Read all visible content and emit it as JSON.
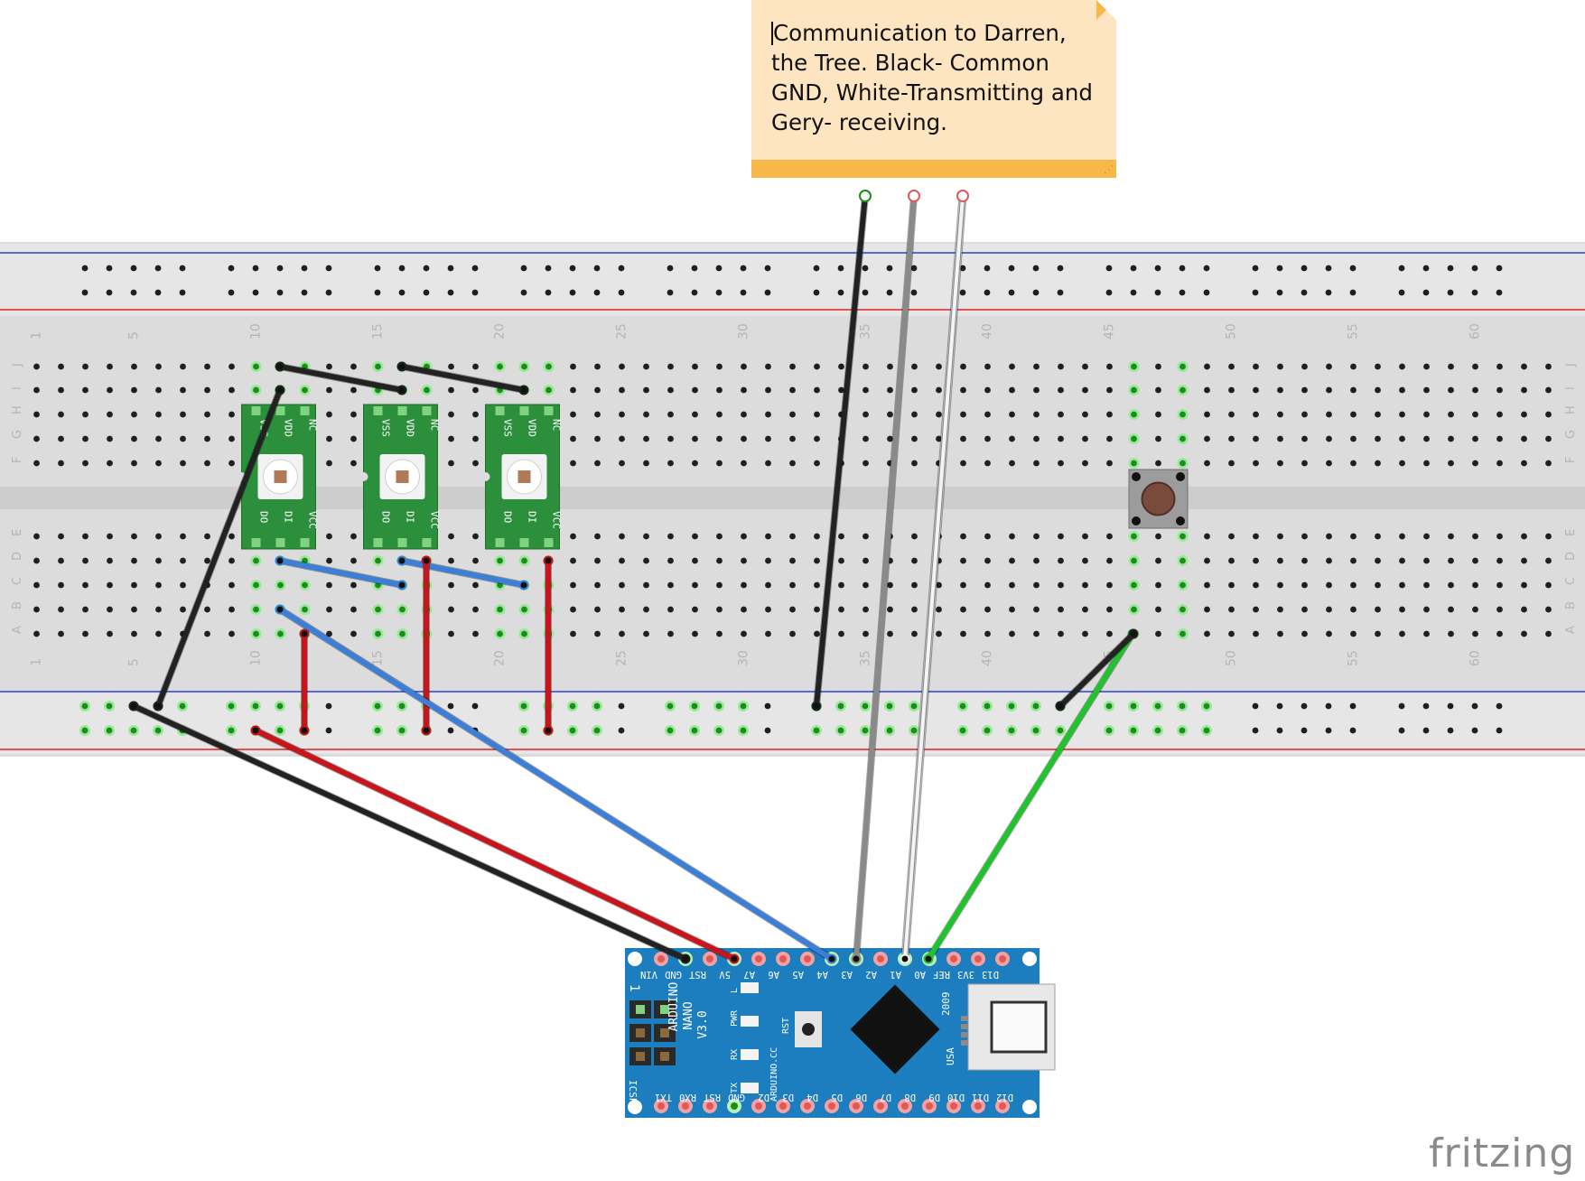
{
  "note": {
    "text": "Communication to Darren, the Tree. Black- Common GND, White-Transmitting and Gery- receiving."
  },
  "breadboard": {
    "column_numbers": [
      "1",
      "5",
      "10",
      "15",
      "20",
      "25",
      "30",
      "35",
      "40",
      "45",
      "50",
      "55",
      "60"
    ],
    "row_letters_top": [
      "J",
      "I",
      "H",
      "G",
      "F"
    ],
    "row_letters_bottom": [
      "E",
      "D",
      "C",
      "B",
      "A"
    ],
    "colors": {
      "board": "#dcdcdc",
      "rail_blue": "#2a3fd6",
      "rail_red": "#e02020"
    }
  },
  "led_modules": [
    {
      "top_pins": [
        "VSS",
        "VDD",
        "NC"
      ],
      "bottom_pins": [
        "DO",
        "DI",
        "VCC"
      ]
    },
    {
      "top_pins": [
        "VSS",
        "VDD",
        "NC"
      ],
      "bottom_pins": [
        "DO",
        "DI",
        "VCC"
      ]
    },
    {
      "top_pins": [
        "VSS",
        "VDD",
        "NC"
      ],
      "bottom_pins": [
        "DO",
        "DI",
        "VCC"
      ]
    }
  ],
  "arduino": {
    "top_pins": [
      "VIN",
      "GND",
      "RST",
      "5V",
      "A7",
      "A6",
      "A5",
      "A4",
      "A3",
      "A2",
      "A1",
      "A0",
      "REF",
      "3V3",
      "D13"
    ],
    "bottom_pins": [
      "TX1",
      "RX0",
      "RST",
      "GND",
      "D2",
      "D3",
      "D4",
      "D5",
      "D6",
      "D7",
      "D8",
      "D9",
      "D10",
      "D11",
      "D12"
    ],
    "model_lines": [
      "ARDUINO",
      "NANO",
      "V3.0"
    ],
    "icsp_label": "ICSP",
    "icsp_pin1": "1",
    "led_labels": [
      "L",
      "PWR",
      "RX",
      "TX"
    ],
    "reset_label": "RST",
    "vendor": "ARDUINO.CC",
    "country": "USA",
    "year": "2009",
    "colors": {
      "board": "#1c7dbf"
    }
  },
  "wire_colors": {
    "black": "#222222",
    "red": "#c8141b",
    "blue": "#3b7fd9",
    "green": "#1fc42d",
    "gray": "#8a8a8a",
    "white": "#f4f4f4"
  },
  "logo": {
    "text": "fritzing"
  }
}
